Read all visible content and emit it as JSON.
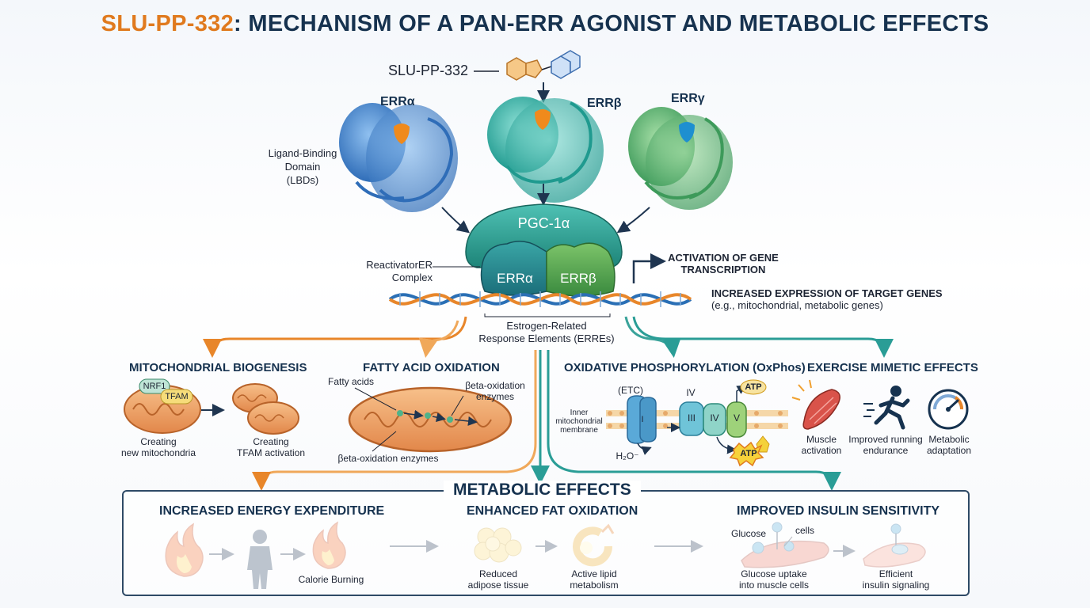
{
  "title": {
    "drug": "SLU-PP-332",
    "rest": ": MECHANISM OF A PAN-ERR AGONIST AND METABOLIC EFFECTS"
  },
  "ligand": {
    "label": "SLU-PP-332"
  },
  "receptors": {
    "alpha": "ERRα",
    "beta": "ERRβ",
    "gamma": "ERRγ",
    "lbd_label": "Ligand-Binding\nDomain\n(LBDs)"
  },
  "complex": {
    "pgc": "PGC-1α",
    "err_a": "ERRα",
    "err_b": "ERRβ",
    "label": "ReactivatorER\nComplex",
    "activation": "ACTIVATION OF GENE\nTRANSCRIPTION",
    "increased": "INCREASED EXPRESSION OF TARGET GENES",
    "increased_sub": "(e.g., mitochondrial, metabolic genes)",
    "erre": "Estrogen-Related\nResponse Elements (ERREs)"
  },
  "sections": {
    "mito": {
      "title": "MITOCHONDRIAL BIOGENESIS",
      "nrf1": "NRF1",
      "tfam": "TFAM",
      "cap1": "Creating\nnew mitochondria",
      "cap2": "Creating\nTFAM activation"
    },
    "fao": {
      "title": "FATTY ACID OXIDATION",
      "fatty": "Fatty acids",
      "beta1": "βeta-oxidation\nenzymes",
      "beta2": "βeta-oxidation enzymes"
    },
    "oxphos": {
      "title": "OXIDATIVE PHOSPHORYLATION (OxPhos)",
      "etc": "(ETC)",
      "membrane": "Inner\nmitochondrial\nmembrane",
      "c1": "I",
      "c3": "III",
      "c4": "IV",
      "c5": "V",
      "iv_top": "IV",
      "atp1": "ATP",
      "atp2": "ATP",
      "h2o": "H₂O⁻"
    },
    "exercise": {
      "title": "EXERCISE MIMETIC EFFECTS",
      "c1": "Muscle\nactivation",
      "c2": "Improved running\nendurance",
      "c3": "Metabolic\nadaptation"
    }
  },
  "metabolic": {
    "title": "METABOLIC EFFECTS",
    "energy": {
      "title": "INCREASED ENERGY EXPENDITURE",
      "cap": "Calorie Burning"
    },
    "fat": {
      "title": "ENHANCED FAT OXIDATION",
      "cap1": "Reduced\nadipose tissue",
      "cap2": "Active lipid\nmetabolism"
    },
    "insulin": {
      "title": "IMPROVED INSULIN SENSITIVITY",
      "glucose": "Glucose",
      "cells": "cells",
      "cap1": "Glucose uptake\ninto muscle cells",
      "cap2": "Efficient\ninsulin signaling"
    }
  },
  "colors": {
    "orange": "#e8862a",
    "teal": "#2a9d96",
    "navy": "#16324f",
    "blue": "#3f7fc8",
    "green": "#4ea86a"
  }
}
